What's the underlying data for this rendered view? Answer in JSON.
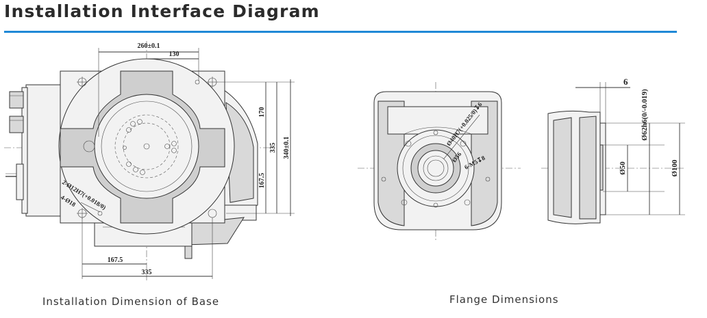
{
  "header": {
    "title": "Installation Interface Diagram"
  },
  "captions": {
    "base": "Installation Dimension of Base",
    "flange": "Flange Dimensions"
  },
  "base_dims": {
    "top_width": "260±0.1",
    "top_half": "130",
    "right_upper": "170",
    "right_overall": "335",
    "right_total": "340±0.1",
    "right_lower": "167.5",
    "bottom_half": "167.5",
    "bottom_width": "335",
    "pin_note": "2-Ø12H7(+0.018/0)",
    "hole_note": "4-Ø18"
  },
  "flange_dims": {
    "pcd": "Ø40H7(+0.025/0)↧6",
    "inner": "Ø56",
    "screws": "6-M5↧8",
    "thickness": "6",
    "shaft": "Ø62h6(0/-0.019)",
    "bore": "Ø50",
    "outer": "Ø100"
  },
  "colors": {
    "accent_rule": "#1f88d6",
    "title": "#2b2b2b"
  }
}
